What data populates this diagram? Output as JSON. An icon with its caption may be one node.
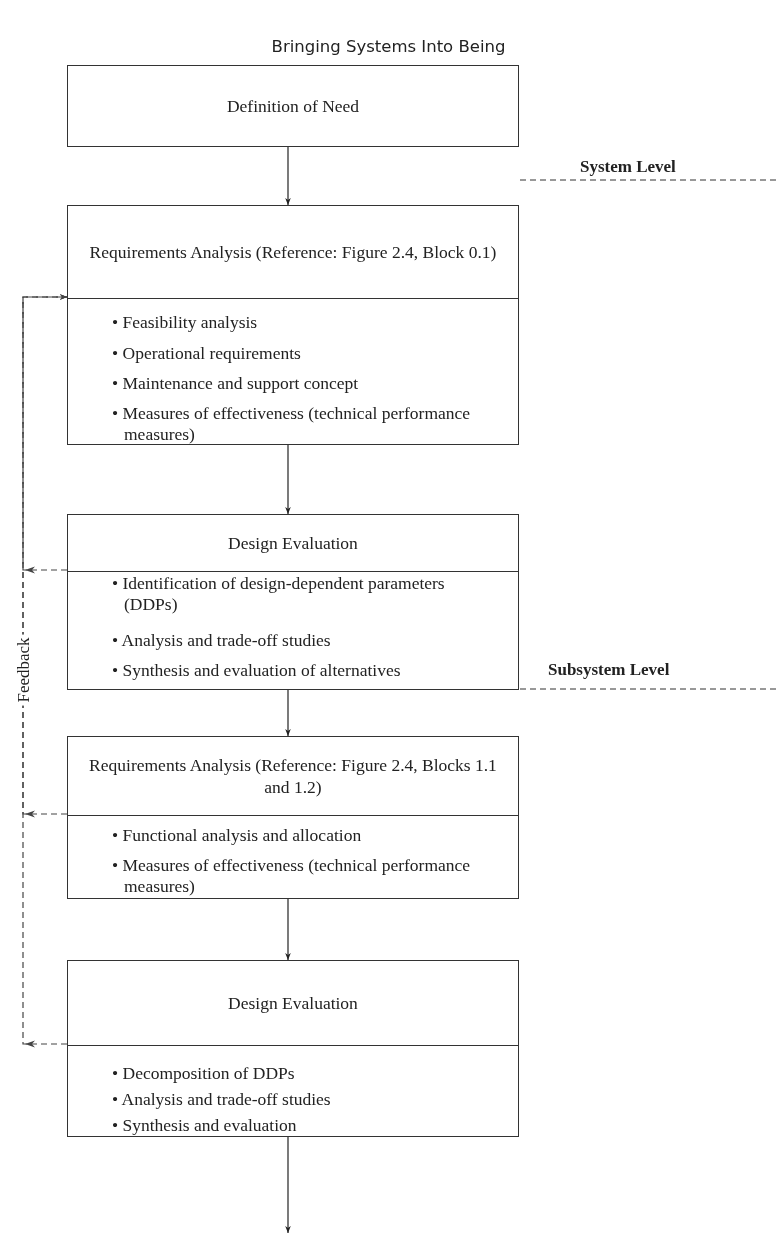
{
  "diagram": {
    "title": "Bringing Systems Into Being",
    "nodes": [
      {
        "text": [
          "Definition of Need"
        ]
      },
      {
        "text": [
          "Requirements Analysis (Reference: Figure 2.4, Block 0.1)",
          "• Feasibility analysis",
          "• Operational requirements",
          "• Maintenance and support concept",
          "• Measures of effectiveness (technical performance measures)"
        ]
      },
      {
        "text": [
          "Design Evaluation",
          "• Identification of design-dependent parameters (DDPs)",
          "• Analysis and trade-off studies",
          "• Synthesis and evaluation of alternatives"
        ]
      },
      {
        "text": [
          "Requirements Analysis (Reference: Figure 2.4, Blocks 1.1 and 1.2)",
          "• Functional analysis and allocation",
          "• Measures of effectiveness (technical performance measures)"
        ]
      },
      {
        "text": [
          "Design Evaluation",
          "• Decomposition of  DDPs",
          "• Analysis and trade-off studies",
          "• Synthesis and evaluation"
        ]
      }
    ],
    "edges": [
      {
        "from": 0,
        "to": 1,
        "arrow": "to"
      },
      {
        "from": 1,
        "to": 2,
        "arrow": "to"
      },
      {
        "from": 2,
        "to": 3,
        "arrow": "to"
      },
      {
        "from": 3,
        "to": 4,
        "arrow": "to"
      },
      {
        "from": 4,
        "to": null,
        "arrow": "to"
      },
      {
        "from": 2,
        "to": 1,
        "arrow": "to",
        "style": "dashed"
      },
      {
        "from": 3,
        "to": 1,
        "arrow": "to",
        "style": "dashed"
      },
      {
        "from": 4,
        "to": 1,
        "arrow": "to",
        "style": "dashed"
      }
    ],
    "labels": [
      "System Level",
      "Subsystem Level",
      "Feedback"
    ]
  }
}
